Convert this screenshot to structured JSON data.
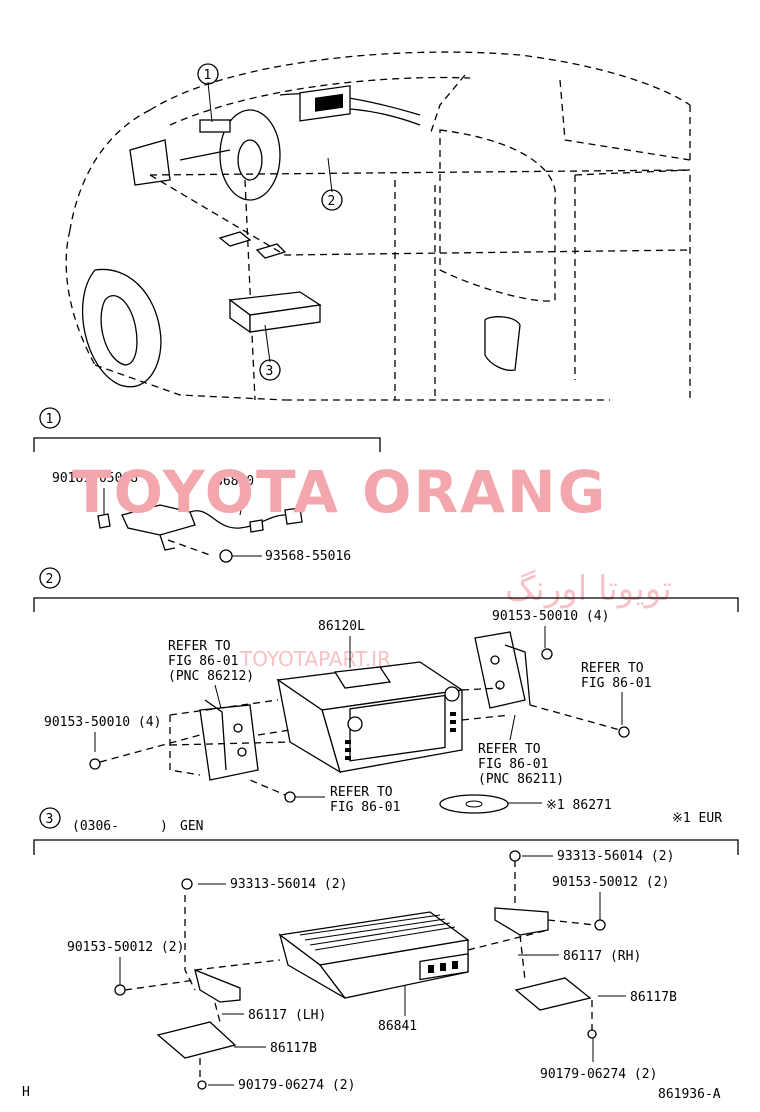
{
  "overview": {
    "callout_1": "1",
    "callout_2": "2",
    "callout_3": "3"
  },
  "section_1": {
    "number": "1",
    "labels": {
      "bolt_part": "90189-05008",
      "main_part": "86860",
      "screw_part": "93568-55016"
    }
  },
  "section_2": {
    "number": "2",
    "labels": {
      "unit": "86120L",
      "refer_left": [
        "REFER TO",
        "FIG 86-01",
        "(PNC 86212)"
      ],
      "screw_left": "90153-50010 (4)",
      "refer_bottom": [
        "REFER TO",
        "FIG 86-01"
      ],
      "screw_right": "90153-50010 (4)",
      "refer_right_top": [
        "REFER TO",
        "FIG 86-01"
      ],
      "refer_right_bottom": [
        "REFER TO",
        "FIG 86-01",
        "(PNC 86211)"
      ],
      "disc": "※1 86271",
      "note": "※1 EUR"
    }
  },
  "section_3": {
    "number": "3",
    "date_range": "(0306-",
    "date_close": ")",
    "variant": "GEN",
    "labels": {
      "bolt_left_top": "93313-56014 (2)",
      "screw_left": "90153-50012 (2)",
      "bracket_left": "86117 (LH)",
      "plate_left": "86117B",
      "unit": "86841",
      "nut_left_bottom": "90179-06274 (2)",
      "bolt_right_top": "93313-56014 (2)",
      "screw_right": "90153-50012 (2)",
      "bracket_right": "86117 (RH)",
      "plate_right": "86117B",
      "nut_right_bottom": "90179-06274 (2)"
    }
  },
  "footer": {
    "left_mark": "H",
    "figure_id": "861936-A"
  },
  "watermark": {
    "main": "TOYOTA ORANG",
    "arabic": "تويوتا اورنگ",
    "site": "TOYOTAPART.IR"
  }
}
